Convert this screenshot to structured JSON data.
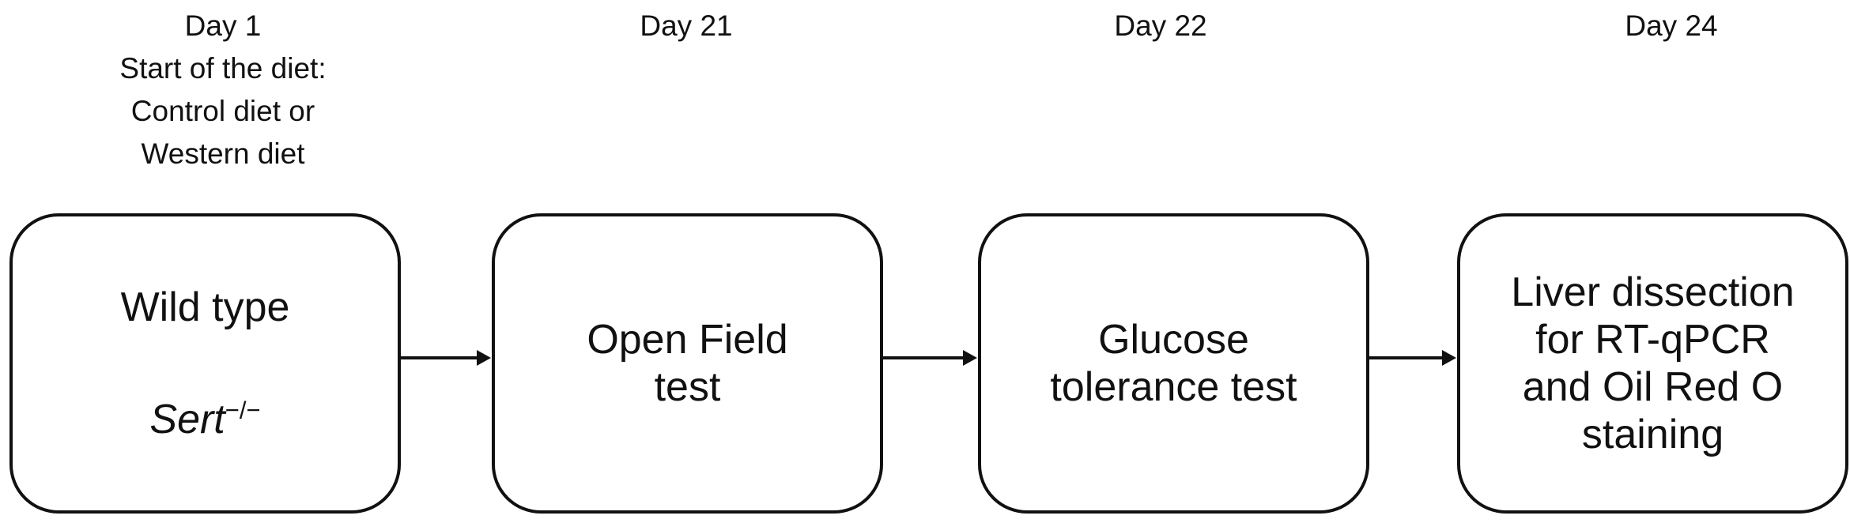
{
  "timeline": [
    {
      "day": "Day 1",
      "note_lines": [
        "Start of the diet:",
        "Control diet or",
        "Western diet"
      ],
      "box": {
        "genotype": "Wild type",
        "knockout_gene": "Sert",
        "knockout_superscript": "−/−"
      }
    },
    {
      "day": "Day 21",
      "box": {
        "lines": [
          "Open Field",
          "test"
        ]
      }
    },
    {
      "day": "Day 22",
      "box": {
        "lines": [
          "Glucose",
          "tolerance test"
        ]
      }
    },
    {
      "day": "Day 24",
      "box": {
        "lines": [
          "Liver dissection",
          "for RT-qPCR",
          "and Oil Red O",
          "staining"
        ]
      }
    }
  ]
}
